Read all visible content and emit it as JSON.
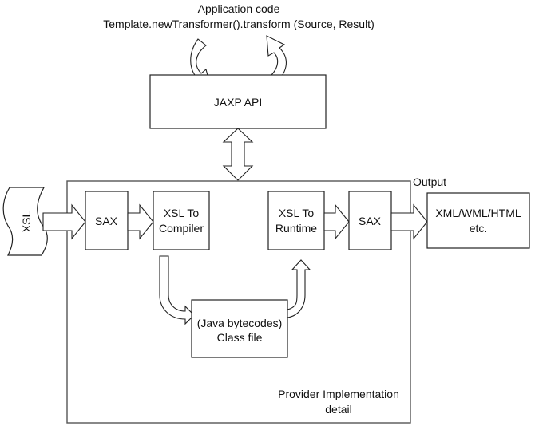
{
  "top": {
    "title_line1": "Application code",
    "title_line2": "Template.newTransformer().transform (Source, Result)"
  },
  "jaxp": {
    "label": "JAXP API"
  },
  "xsl_doc": {
    "label": "XSL"
  },
  "sax_in": {
    "label": "SAX"
  },
  "compiler": {
    "line1": "XSL To",
    "line2": "Compiler"
  },
  "runtime": {
    "line1": "XSL To",
    "line2": "Runtime"
  },
  "sax_out": {
    "label": "SAX"
  },
  "output_label": "Output",
  "output_box": {
    "line1": "XML/WML/HTML",
    "line2": "etc."
  },
  "class_file": {
    "line1": "(Java bytecodes)",
    "line2": "Class file"
  },
  "provider": {
    "line1": "Provider Implementation",
    "line2": "detail"
  }
}
